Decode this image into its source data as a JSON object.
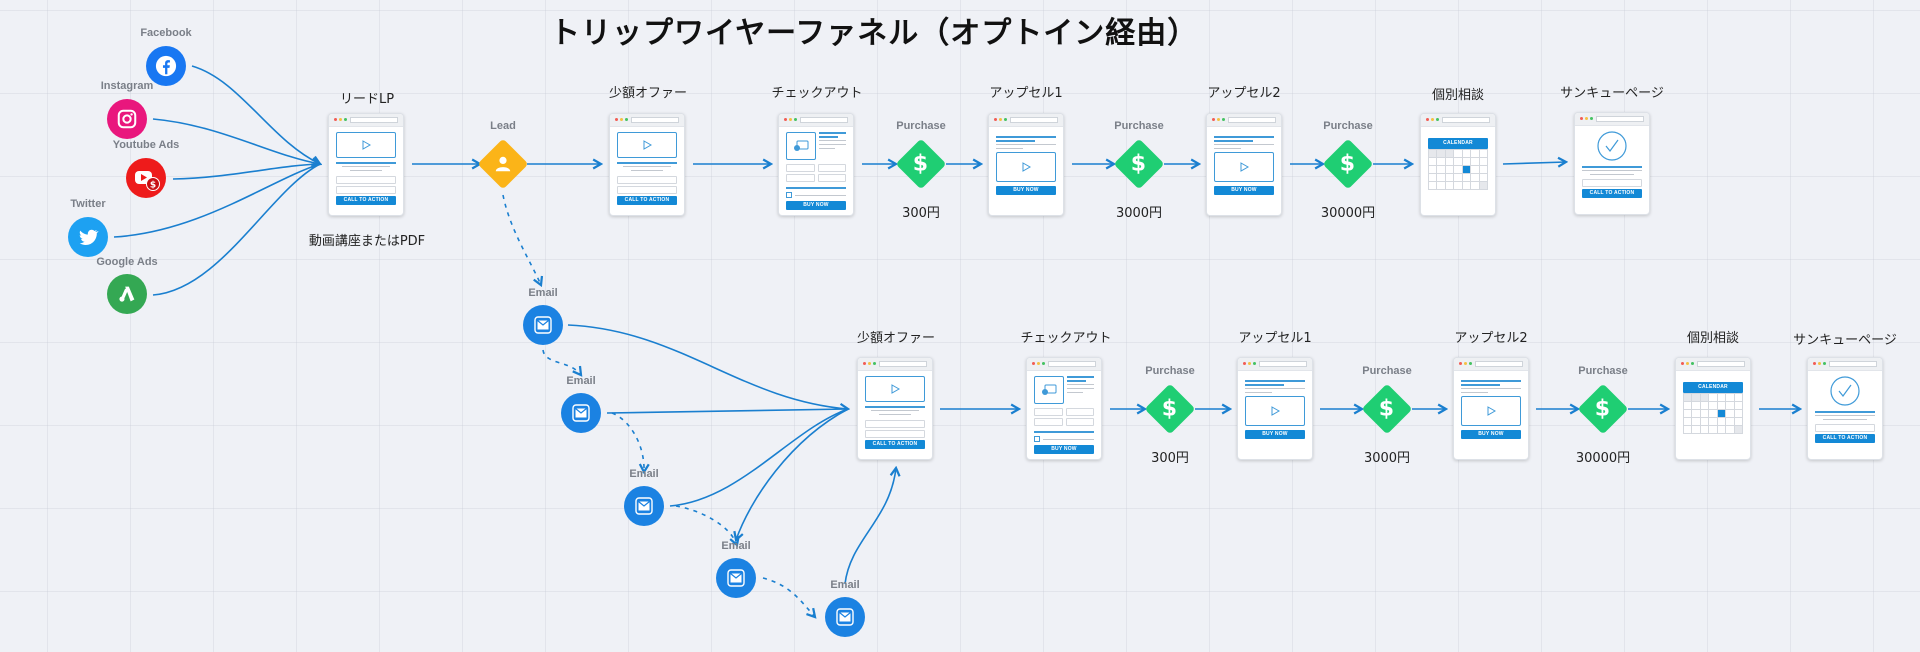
{
  "title": "トリップワイヤーファネル（オプトイン経由）",
  "colors": {
    "link": "#1a7fcf",
    "purchase": "#1fce73",
    "lead": "#fbb418",
    "email": "#1b82e2",
    "facebook": "#1877f2",
    "instagram": "#e9177d",
    "youtube": "#ee1b1b",
    "twitter": "#1da1f2",
    "google_ads": "#34a853"
  },
  "sources": [
    {
      "label": "Facebook",
      "icon": "facebook-icon"
    },
    {
      "label": "Instagram",
      "icon": "instagram-icon"
    },
    {
      "label": "Youtube Ads",
      "icon": "youtube-ads-icon"
    },
    {
      "label": "Twitter",
      "icon": "twitter-icon"
    },
    {
      "label": "Google Ads",
      "icon": "google-ads-icon"
    }
  ],
  "lead_page": {
    "title": "リードLP",
    "caption": "動画講座またはPDF",
    "button": "CALL TO ACTION"
  },
  "lead_node": {
    "label": "Lead",
    "icon": "user-icon"
  },
  "top_row": {
    "offer": {
      "title": "少額オファー",
      "button": "CALL TO ACTION"
    },
    "checkout": {
      "title": "チェックアウト",
      "button": "BUY NOW"
    },
    "purchase1": {
      "label": "Purchase",
      "price": "300円"
    },
    "upsell1": {
      "title": "アップセル1",
      "button": "BUY NOW"
    },
    "purchase2": {
      "label": "Purchase",
      "price": "3000円"
    },
    "upsell2": {
      "title": "アップセル2",
      "button": "BUY NOW"
    },
    "purchase3": {
      "label": "Purchase",
      "price": "30000円"
    },
    "consult": {
      "title": "個別相談",
      "calendar": "CALENDAR"
    },
    "thanks": {
      "title": "サンキューページ",
      "button": "CALL TO ACTION"
    }
  },
  "emails": [
    {
      "label": "Email"
    },
    {
      "label": "Email"
    },
    {
      "label": "Email"
    },
    {
      "label": "Email"
    },
    {
      "label": "Email"
    }
  ],
  "bottom_row": {
    "offer": {
      "title": "少額オファー",
      "button": "CALL TO ACTION"
    },
    "checkout": {
      "title": "チェックアウト",
      "button": "BUY NOW"
    },
    "purchase1": {
      "label": "Purchase",
      "price": "300円"
    },
    "upsell1": {
      "title": "アップセル1",
      "button": "BUY NOW"
    },
    "purchase2": {
      "label": "Purchase",
      "price": "3000円"
    },
    "upsell2": {
      "title": "アップセル2",
      "button": "BUY NOW"
    },
    "purchase3": {
      "label": "Purchase",
      "price": "30000円"
    },
    "consult": {
      "title": "個別相談",
      "calendar": "CALENDAR"
    },
    "thanks": {
      "title": "サンキューページ",
      "button": "CALL TO ACTION"
    }
  }
}
